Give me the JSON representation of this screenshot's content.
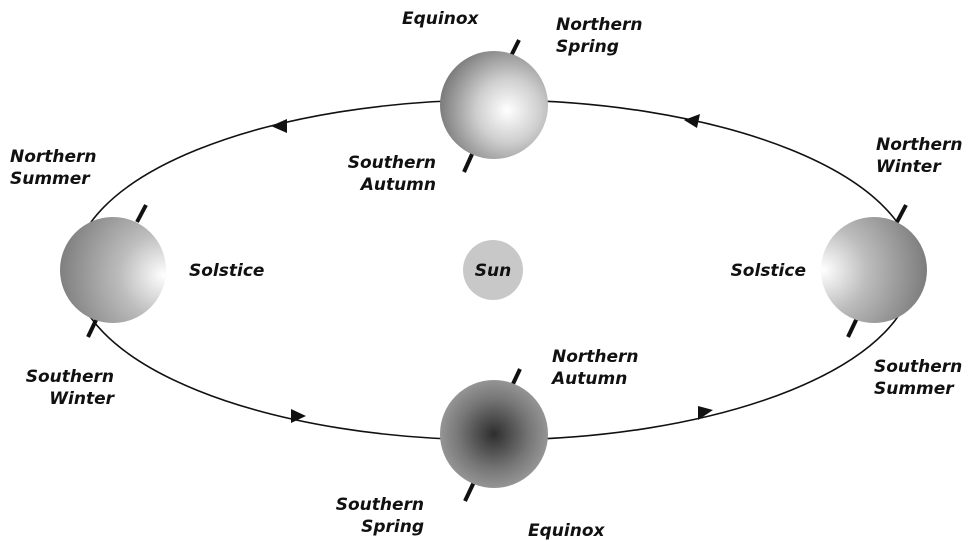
{
  "colors": {
    "orbit": "#111111",
    "axis": "#111111",
    "sun_fill": "#c8c8c8",
    "planet_light": "#ffffff",
    "planet_mid": "#b9b9b9",
    "planet_dark": "#7a7a7a",
    "text": "#111111"
  },
  "sun": {
    "label": "Sun"
  },
  "top": {
    "equinox": "Equinox",
    "north_1": "Northern",
    "north_2": "Spring",
    "south_1": "Southern",
    "south_2": "Autumn"
  },
  "left": {
    "north_1": "Northern",
    "north_2": "Summer",
    "solstice": "Solstice",
    "south_1": "Southern",
    "south_2": "Winter"
  },
  "right": {
    "north_1": "Northern",
    "north_2": "Winter",
    "solstice": "Solstice",
    "south_1": "Southern",
    "south_2": "Summer"
  },
  "bottom": {
    "north_1": "Northern",
    "north_2": "Autumn",
    "south_1": "Southern",
    "south_2": "Spring",
    "equinox": "Equinox"
  }
}
